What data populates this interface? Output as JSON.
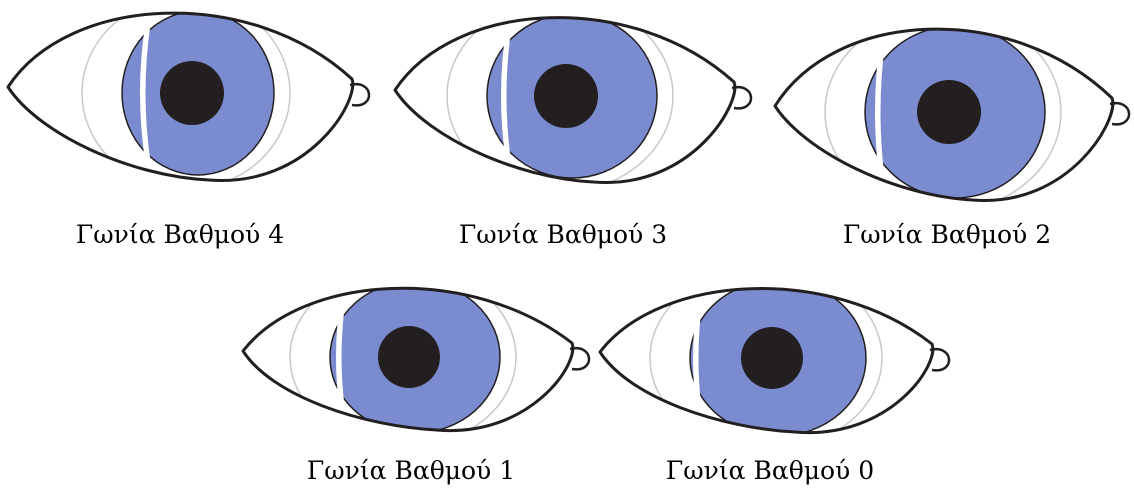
{
  "colors": {
    "iris": "#7b8bd0",
    "pupil": "#231f20",
    "outline": "#231f20",
    "cornea_ring": "#c8c8c8",
    "background": "#ffffff"
  },
  "eyes": [
    {
      "grade": 4,
      "caption": "Γωνία Βαθμού 4"
    },
    {
      "grade": 3,
      "caption": "Γωνία Βαθμού 3"
    },
    {
      "grade": 2,
      "caption": "Γωνία Βαθμού 2"
    },
    {
      "grade": 1,
      "caption": "Γωνία Βαθμού 1"
    },
    {
      "grade": 0,
      "caption": "Γωνία Βαθμού 0"
    }
  ]
}
